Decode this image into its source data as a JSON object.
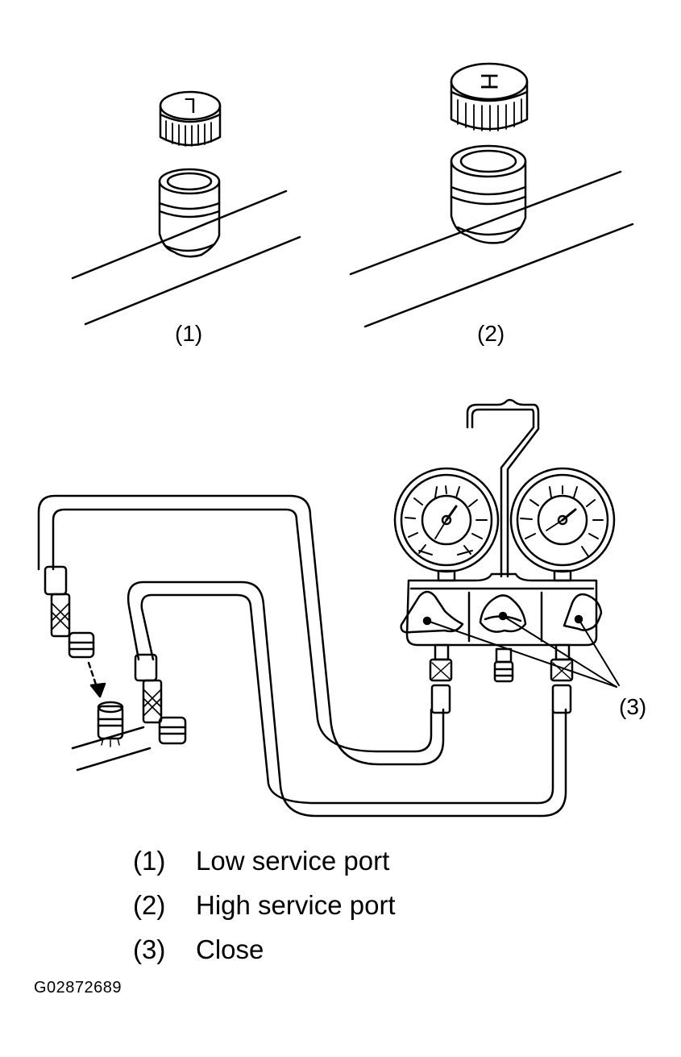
{
  "figure": {
    "caption_low": "(1)",
    "caption_high": "(2)",
    "callout_close": "(3)",
    "cap_low_letter": "L",
    "cap_high_letter": "H"
  },
  "legend": [
    {
      "num": "(1)",
      "text": "Low service port"
    },
    {
      "num": "(2)",
      "text": "High service port"
    },
    {
      "num": "(3)",
      "text": "Close"
    }
  ],
  "figure_code": "G02872689"
}
